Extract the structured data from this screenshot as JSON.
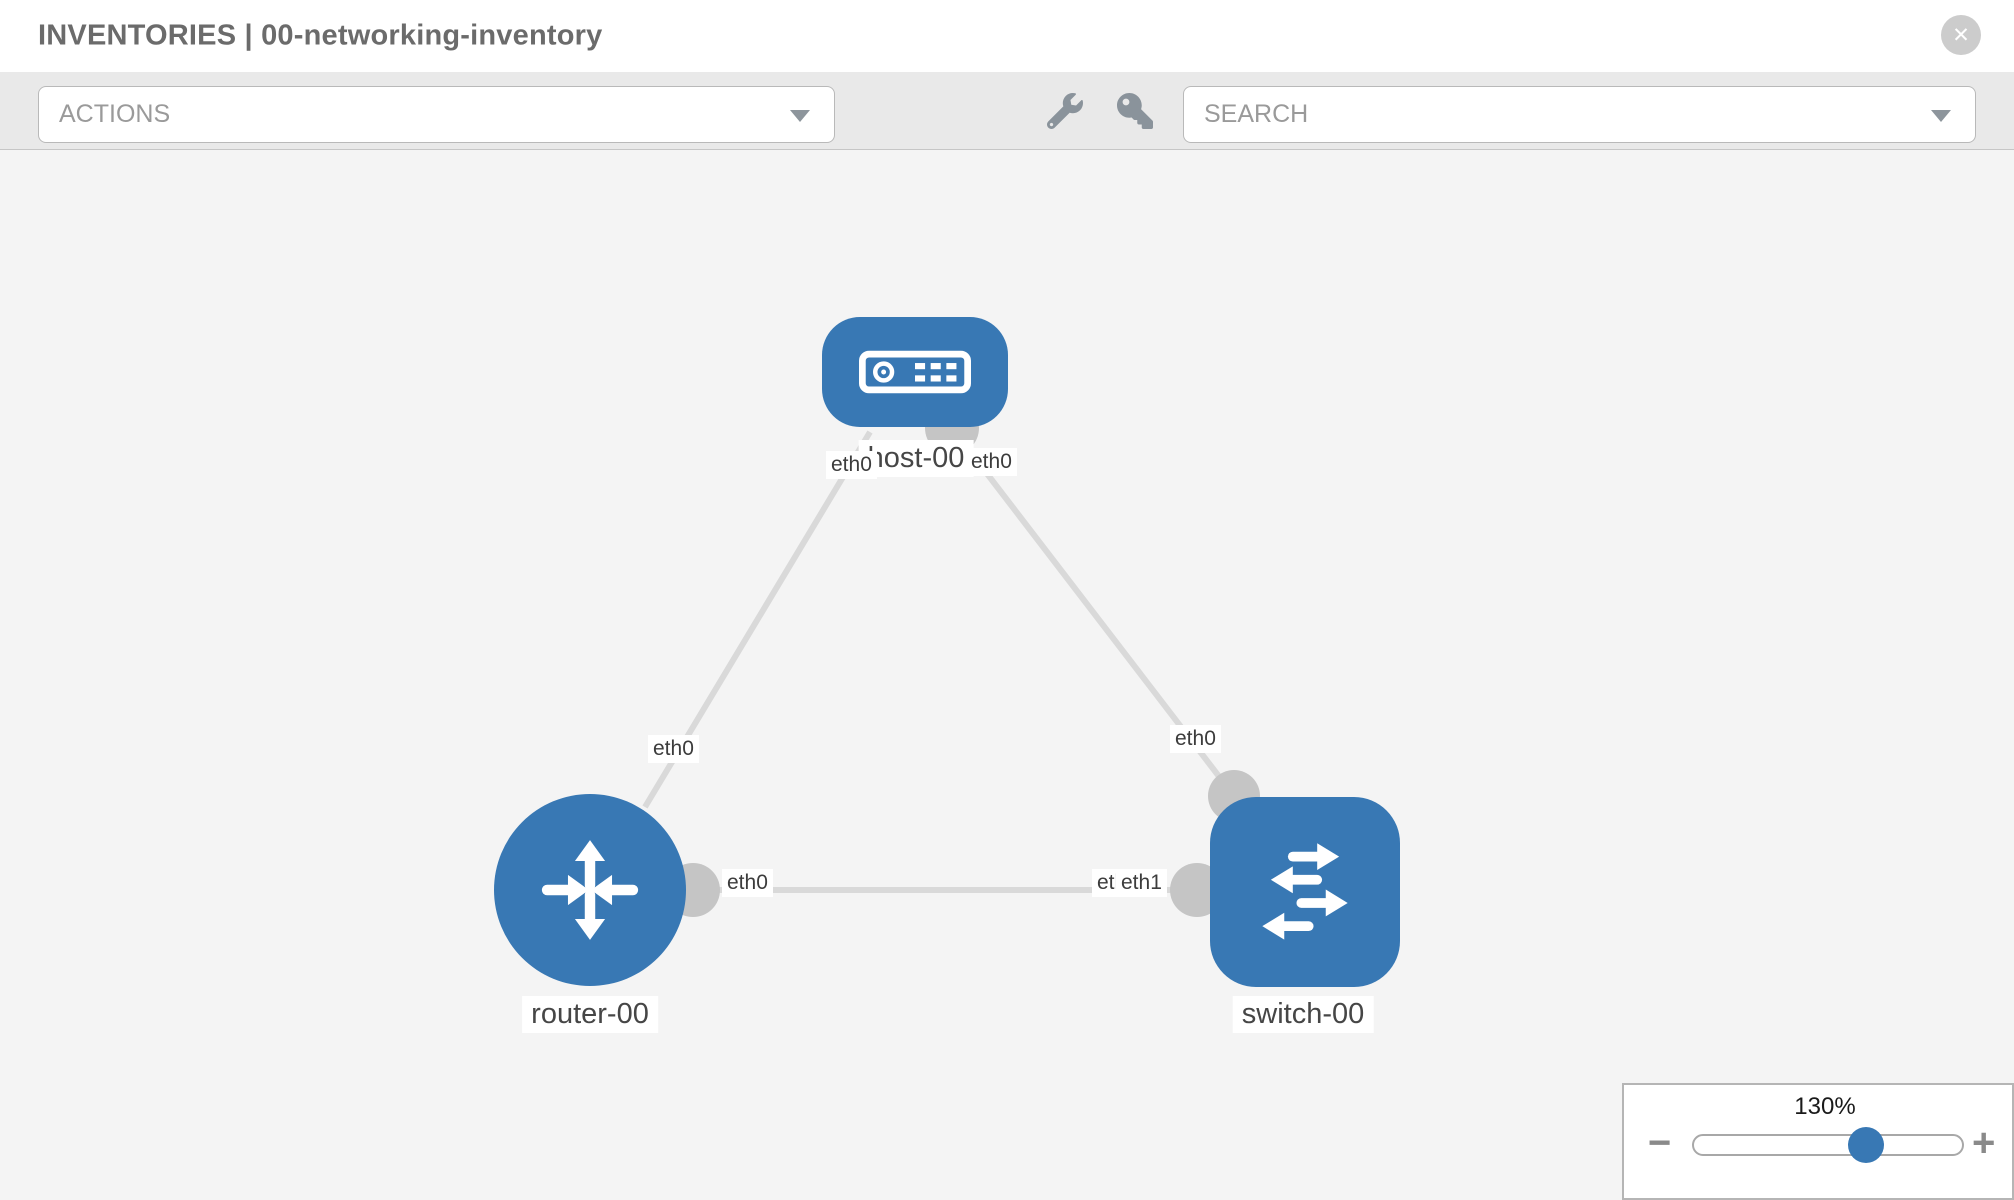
{
  "header": {
    "title": "INVENTORIES | 00-networking-inventory",
    "close_glyph": "✕"
  },
  "toolbar": {
    "actions_label": "ACTIONS",
    "search_placeholder": "SEARCH",
    "wrench_icon": "wrench",
    "key_icon": "key"
  },
  "topology": {
    "nodes": [
      {
        "label": "host-00",
        "type": "host"
      },
      {
        "label": "router-00",
        "type": "router"
      },
      {
        "label": "switch-00",
        "type": "switch"
      }
    ],
    "links": [
      {
        "source": "host-00",
        "target": "router-00",
        "source_interface": "eth0",
        "target_interface": "eth0"
      },
      {
        "source": "host-00",
        "target": "switch-00",
        "source_interface": "eth0",
        "target_interface": "eth0"
      },
      {
        "source": "router-00",
        "target": "switch-00",
        "source_interface": "eth0",
        "target_interface": "eth1"
      }
    ],
    "interfaces": {
      "host_left": "eth0",
      "host_right": "eth0",
      "router_top": "eth0",
      "switch_top": "eth0",
      "link_router_end": "eth0",
      "link_switch_end_back": "eth0",
      "link_switch_end_front": "eth1"
    }
  },
  "zoom_control": {
    "level": "130%",
    "out_glyph": "−",
    "in_glyph": "+",
    "slider_percent": 64
  },
  "colors": {
    "node_blue": "#3878b4",
    "link_grey": "#d9d9d9",
    "interface_dot_grey": "#c5c5c5",
    "toolbar_grey": "#e9e9e9",
    "canvas_grey": "#f4f4f4"
  }
}
